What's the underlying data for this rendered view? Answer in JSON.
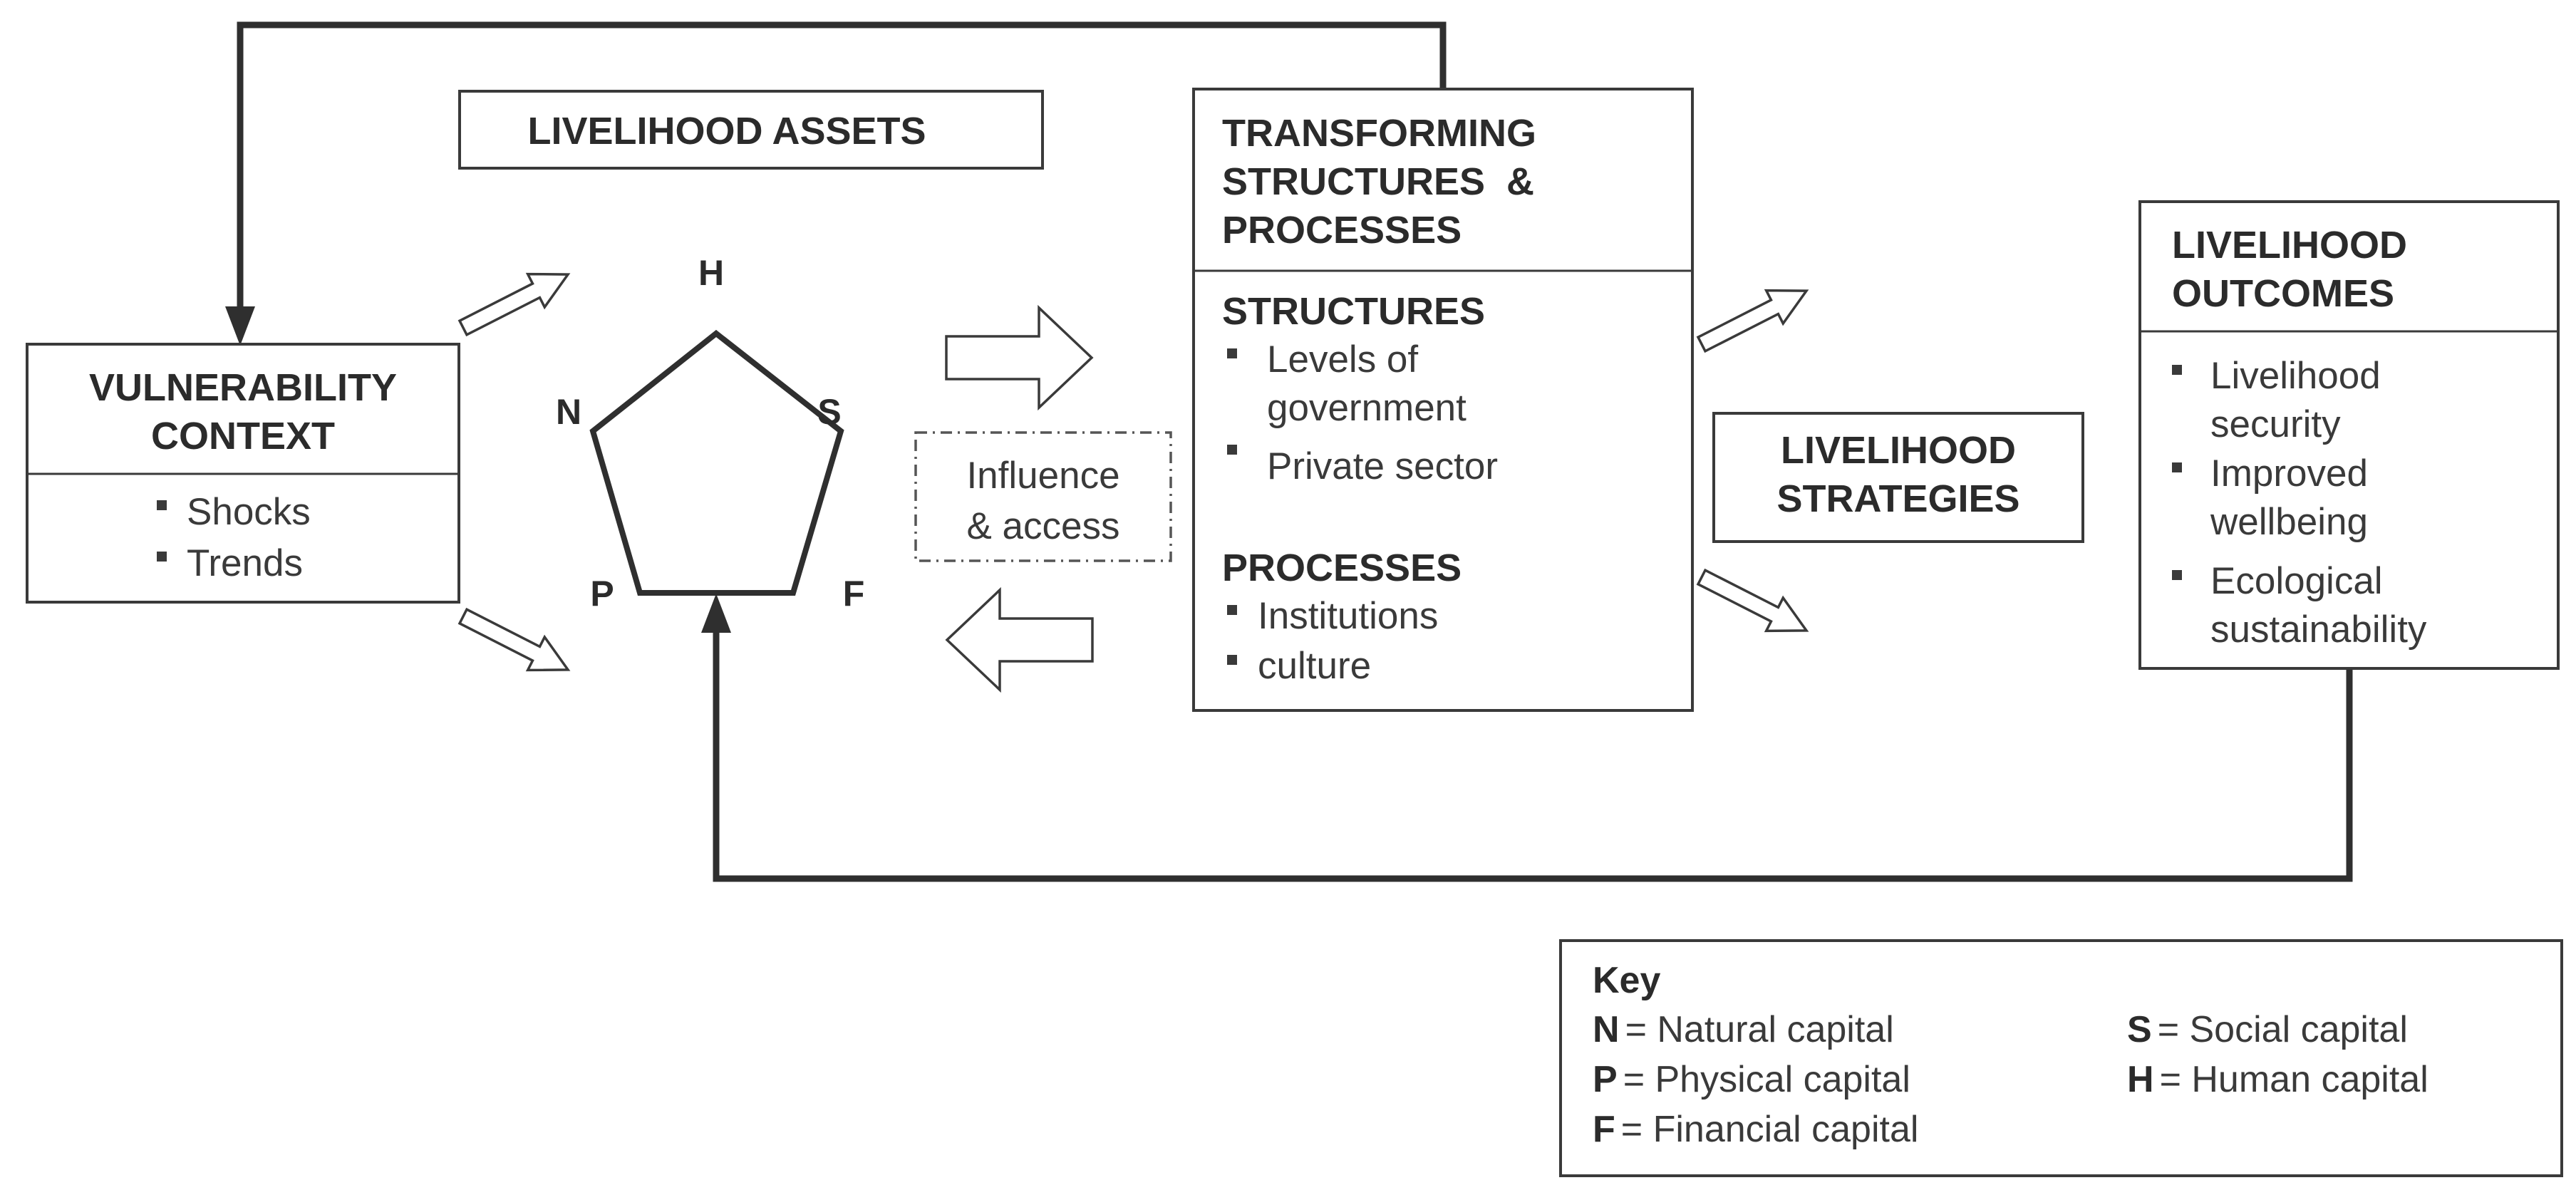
{
  "vulnerability_context": {
    "title_line1": "VULNERABILITY",
    "title_line2": "CONTEXT",
    "items": [
      "Shocks",
      "Trends"
    ]
  },
  "livelihood_assets": {
    "title": "LIVELIHOOD ASSETS",
    "letters": {
      "h": "H",
      "s": "S",
      "f": "F",
      "p": "P",
      "n": "N"
    }
  },
  "influence": {
    "line1": "Influence",
    "line2": "& access"
  },
  "transforming": {
    "title_line1": "TRANSFORMING",
    "title_line2": "STRUCTURES  &",
    "title_line3": "PROCESSES",
    "structures_heading": "STRUCTURES",
    "structures_item1_line1": "Levels of",
    "structures_item1_line2": "government",
    "structures_item2": "Private sector",
    "processes_heading": "PROCESSES",
    "processes_items": [
      "Institutions",
      "culture"
    ]
  },
  "strategies": {
    "title_line1": "LIVELIHOOD",
    "title_line2": "STRATEGIES"
  },
  "outcomes": {
    "title_line1": "LIVELIHOOD",
    "title_line2": "OUTCOMES",
    "item1_line1": "Livelihood",
    "item1_line2": "security",
    "item2_line1": "Improved",
    "item2_line2": "wellbeing",
    "item3_line1": "Ecological",
    "item3_line2": "sustainability"
  },
  "key": {
    "title": "Key",
    "entries": [
      {
        "letter": "N",
        "text": "= Natural capital"
      },
      {
        "letter": "S",
        "text": "= Social capital"
      },
      {
        "letter": "P",
        "text": "= Physical capital"
      },
      {
        "letter": "H",
        "text": "= Human capital"
      },
      {
        "letter": "F",
        "text": "= Financial capital"
      }
    ]
  }
}
